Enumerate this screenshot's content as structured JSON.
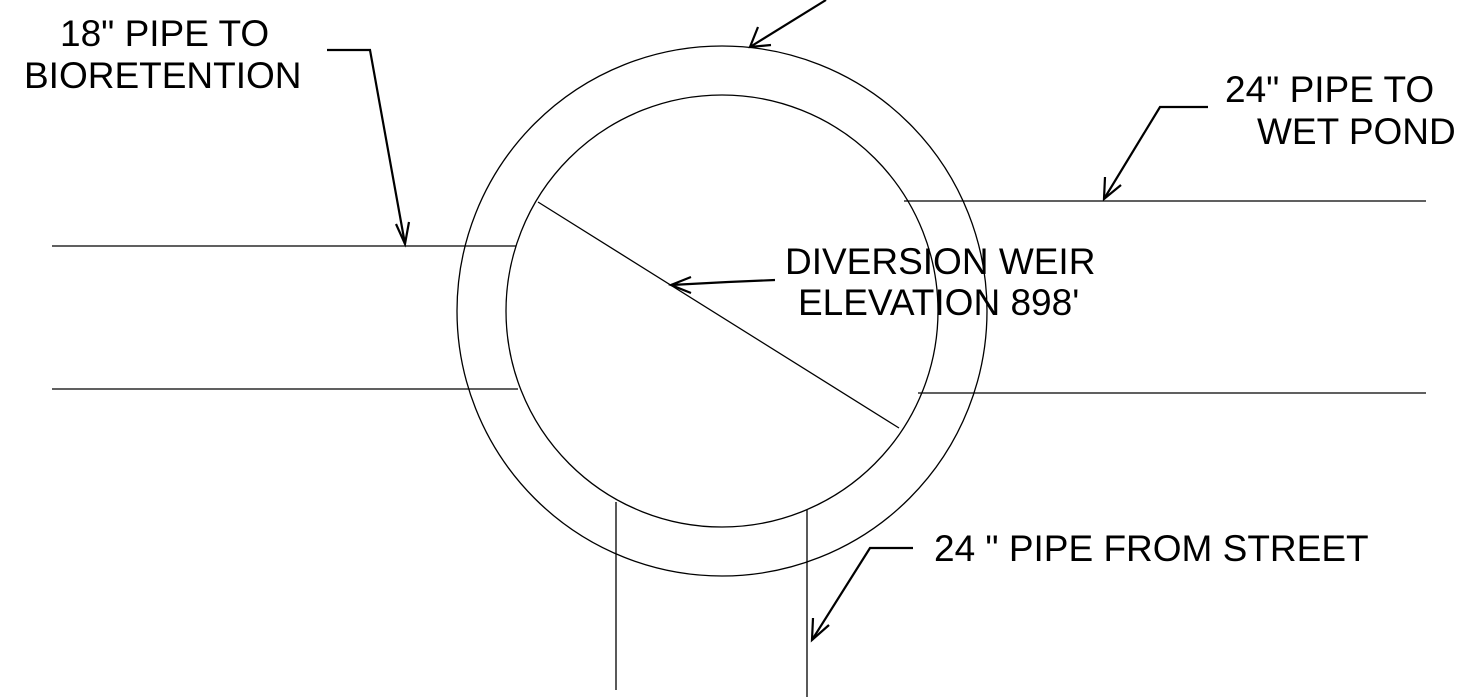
{
  "labels": {
    "pipe_to_bioretention_1": "18\" PIPE TO",
    "pipe_to_bioretention_2": "BIORETENTION",
    "pipe_to_wet_pond_1": "24\" PIPE TO",
    "pipe_to_wet_pond_2": "WET POND",
    "diversion_weir_1": "DIVERSION WEIR",
    "diversion_weir_2": "ELEVATION 898'",
    "pipe_from_street": "24 \" PIPE FROM STREET"
  }
}
